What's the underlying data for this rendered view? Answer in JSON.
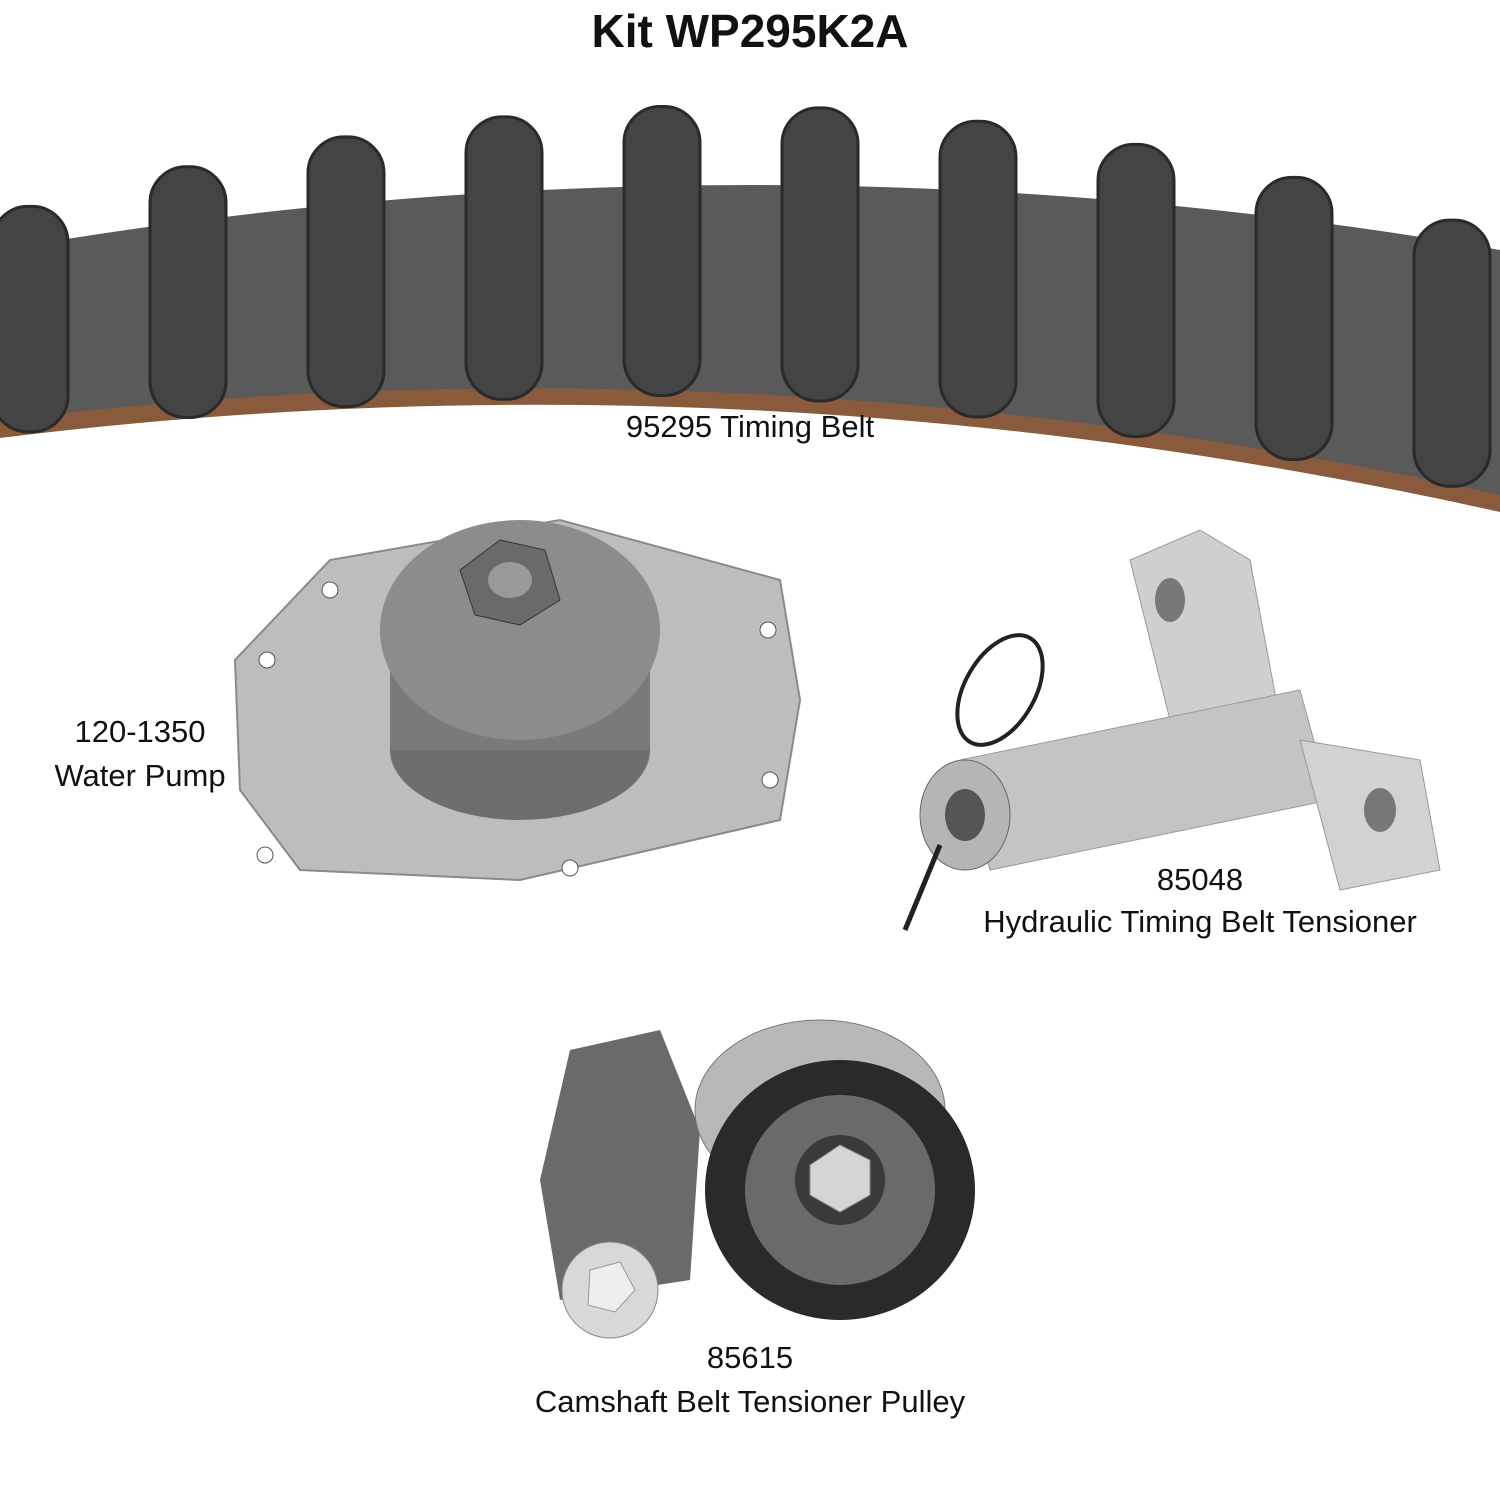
{
  "title": "Kit WP295K2A",
  "parts": [
    {
      "part_number": "95295",
      "name": "Timing Belt",
      "label": "95295 Timing Belt"
    },
    {
      "part_number": "120-1350",
      "name": "Water Pump"
    },
    {
      "part_number": "85048",
      "name": "Hydraulic Timing Belt Tensioner"
    },
    {
      "part_number": "85615",
      "name": "Camshaft Belt Tensioner Pulley"
    }
  ],
  "colors": {
    "belt": "#4a4a4a",
    "belt_edge": "#8a5a3c",
    "metal": "#c9c9c9",
    "dark_metal": "#555555"
  }
}
